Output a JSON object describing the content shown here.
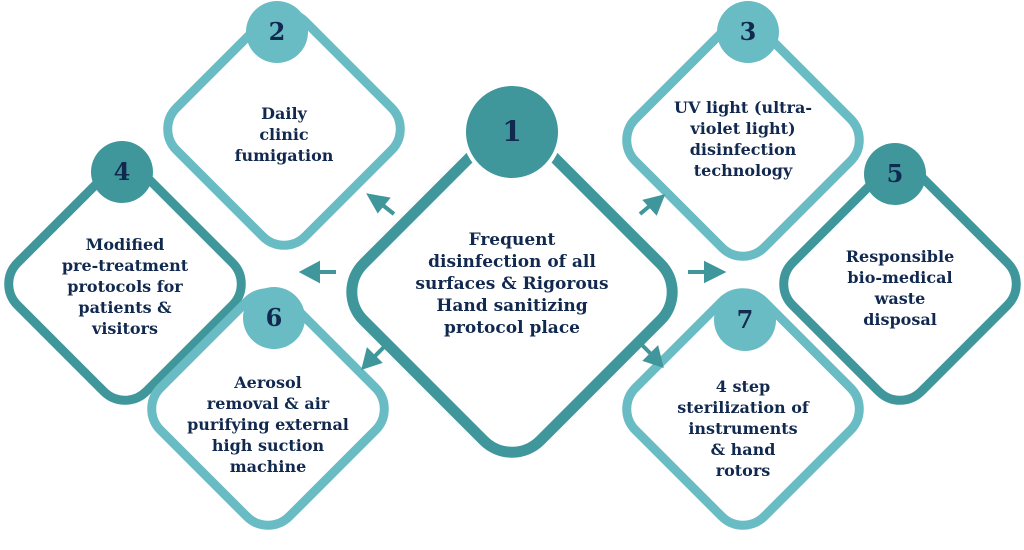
{
  "colors": {
    "dark": "#3f979c",
    "light": "#69bcc3",
    "text": "#12294f"
  },
  "center": {
    "number": "1",
    "lines": [
      "Frequent",
      "disinfection of all",
      "surfaces & Rigorous",
      "Hand sanitizing",
      "protocol place"
    ]
  },
  "items": [
    {
      "number": "2",
      "lines": [
        "Daily",
        "clinic",
        "fumigation"
      ],
      "color": "light"
    },
    {
      "number": "3",
      "lines": [
        "UV light (ultra-",
        "violet light)",
        "disinfection",
        "technology"
      ],
      "color": "light"
    },
    {
      "number": "4",
      "lines": [
        "Modified",
        "pre-treatment",
        "protocols for",
        "patients &",
        "visitors"
      ],
      "color": "dark"
    },
    {
      "number": "5",
      "lines": [
        "Responsible",
        "bio-medical",
        "waste",
        "disposal"
      ],
      "color": "dark"
    },
    {
      "number": "6",
      "lines": [
        "Aerosol",
        "removal & air",
        "purifying external",
        "high suction",
        "machine"
      ],
      "color": "light"
    },
    {
      "number": "7",
      "lines": [
        "4 step",
        "sterilization of",
        "instruments",
        "& hand",
        "rotors"
      ],
      "color": "light"
    }
  ]
}
